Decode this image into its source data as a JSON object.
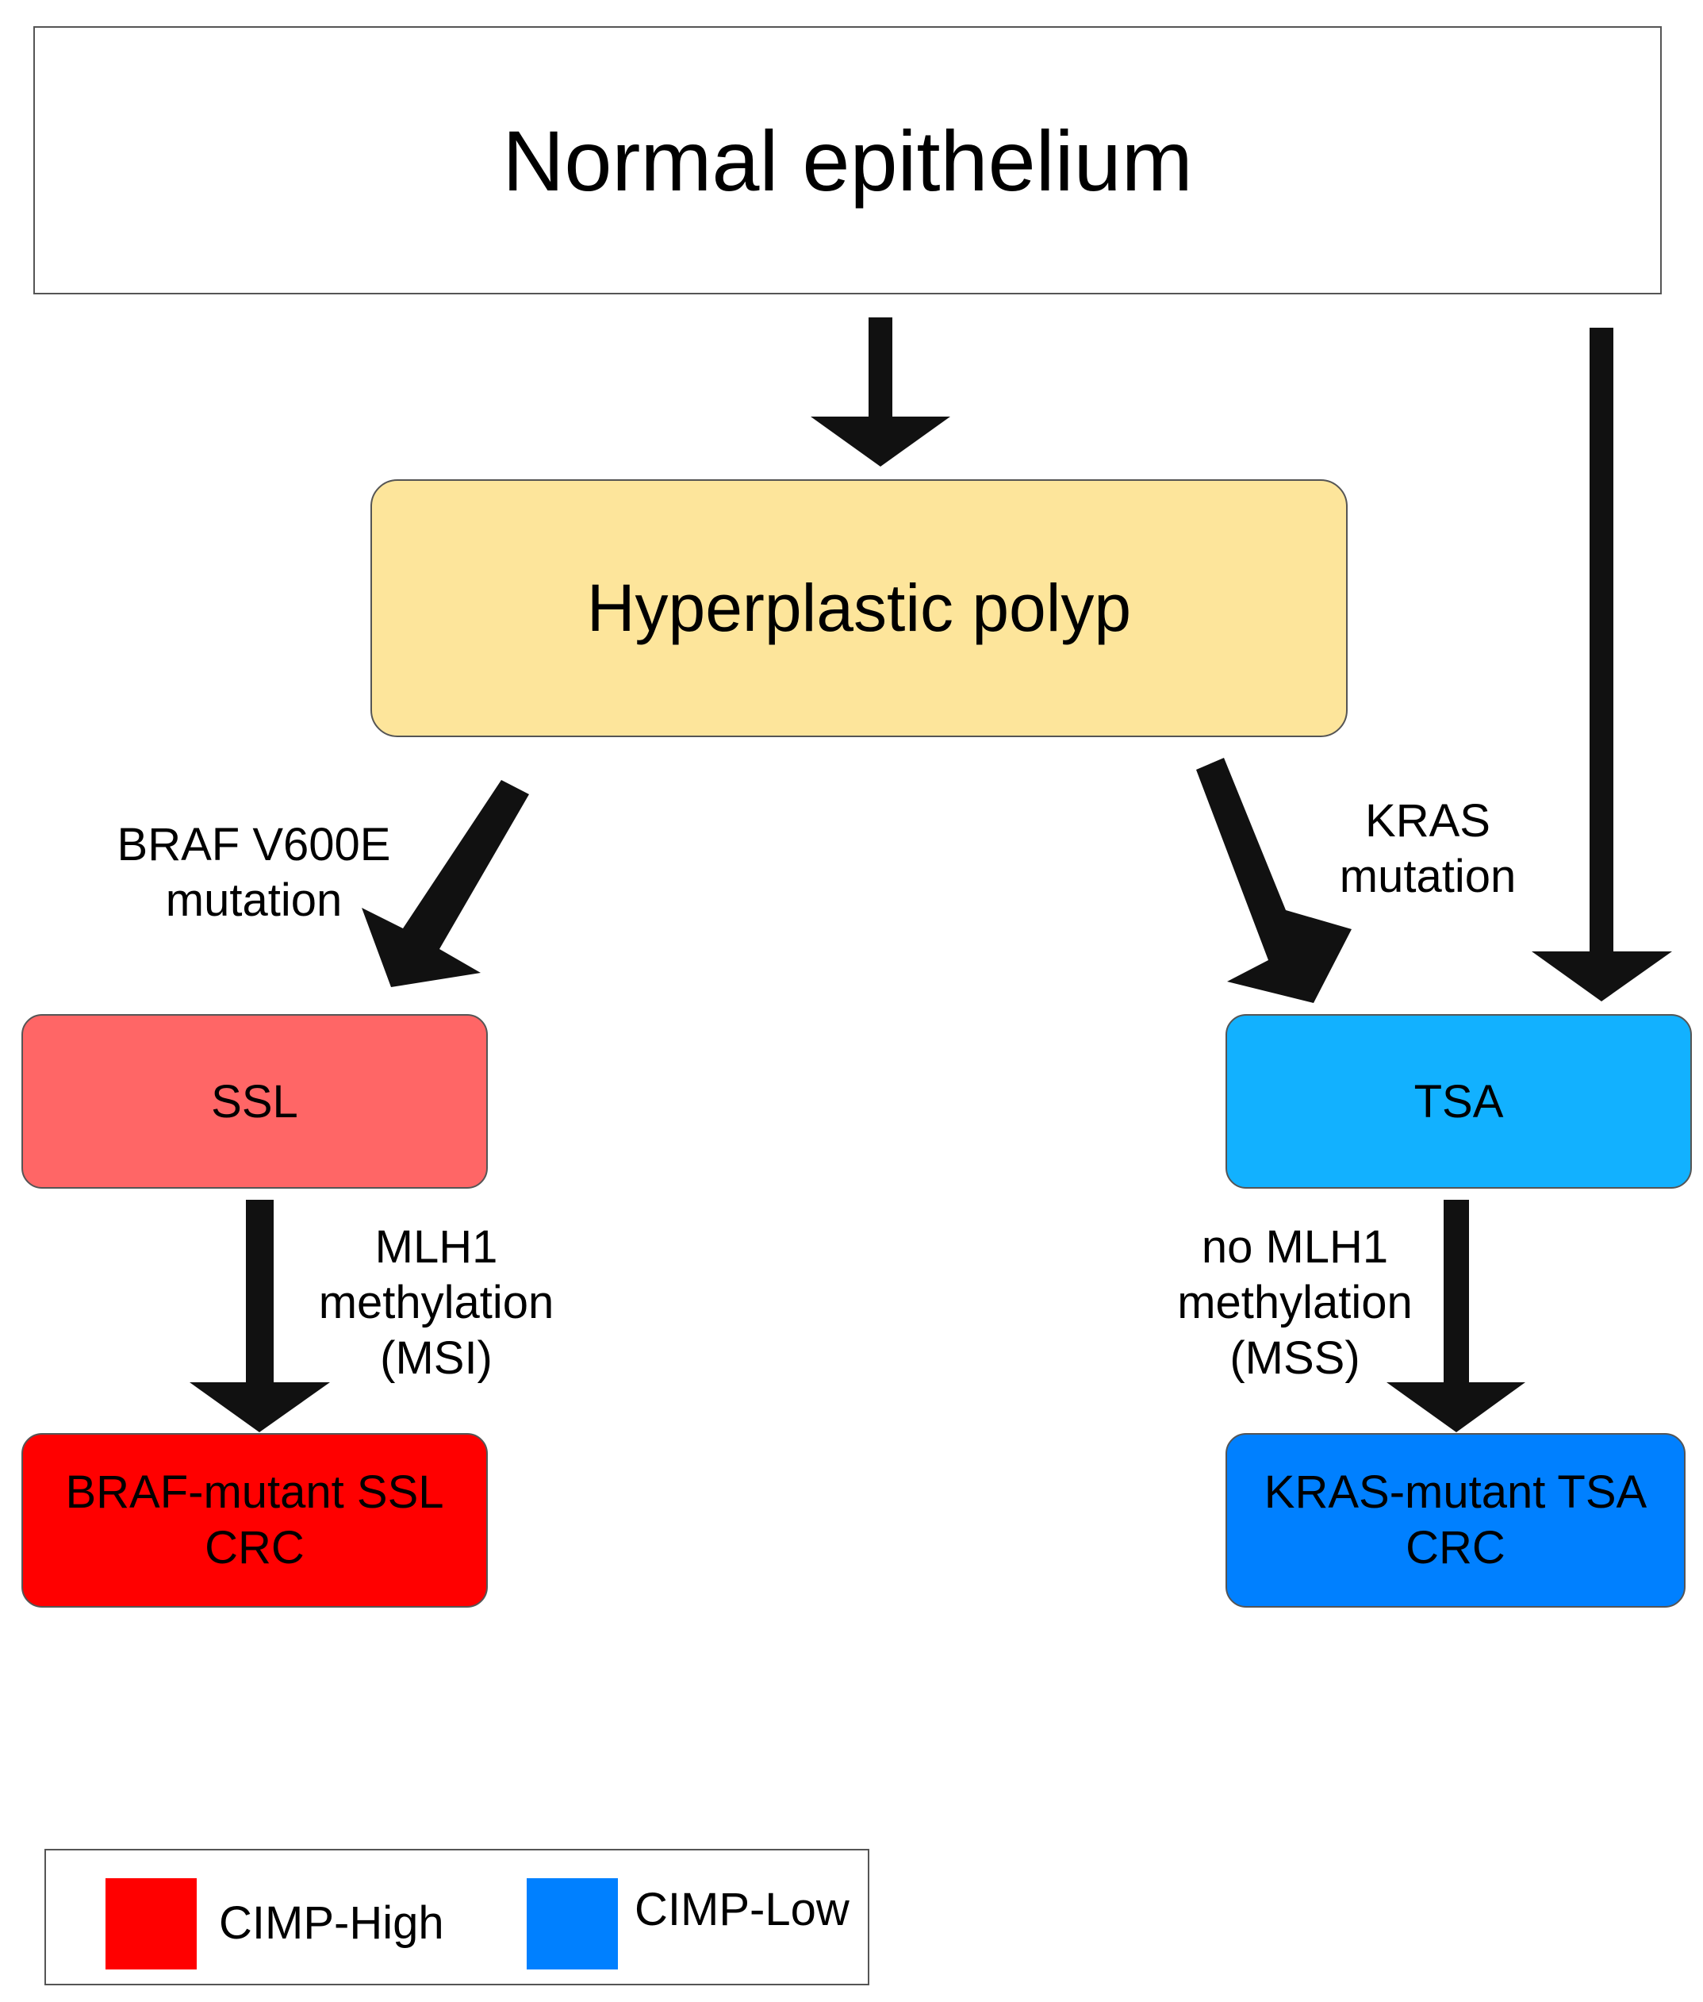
{
  "nodes": {
    "normal": {
      "label": "Normal epithelium"
    },
    "hyperplastic": {
      "label": "Hyperplastic polyp",
      "color": "#fde59b"
    },
    "ssl": {
      "label": "SSL",
      "color": "#ff6666"
    },
    "tsa": {
      "label": "TSA",
      "color": "#12b1ff"
    },
    "braf_crc": {
      "label": "BRAF-mutant SSL\nCRC",
      "color": "#ff0000"
    },
    "kras_crc": {
      "label": "KRAS-mutant TSA\nCRC",
      "color": "#0080ff"
    }
  },
  "edge_labels": {
    "braf": "BRAF V600E\nmutation",
    "kras": "KRAS\nmutation",
    "mlh1": "MLH1\nmethylation\n(MSI)",
    "no_mlh1": "no MLH1\nmethylation\n(MSS)"
  },
  "legend": {
    "items": [
      {
        "label": "CIMP-High",
        "color": "#ff0000"
      },
      {
        "label": "CIMP-Low",
        "color": "#0080ff"
      }
    ]
  },
  "arrow_color": "#111111"
}
